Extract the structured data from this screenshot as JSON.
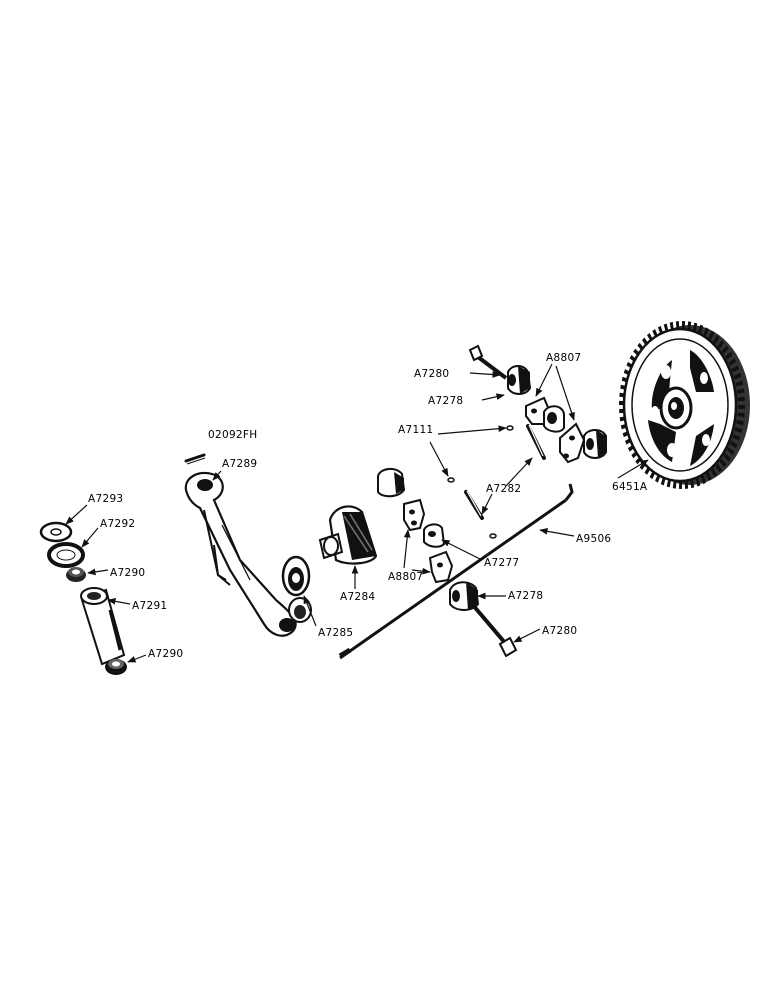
{
  "labels": {
    "p02092fh": "02092FH",
    "a7289": "A7289",
    "a7293": "A7293",
    "a7292": "A7292",
    "a7290_top": "A7290",
    "a7291": "A7291",
    "a7290_bottom": "A7290",
    "a7284": "A7284",
    "a7285": "A7285",
    "a7280_top": "A7280",
    "a7278_top": "A7278",
    "a8807_top": "A8807",
    "a7111": "A7111",
    "a7282": "A7282",
    "a8807_lower": "A8807",
    "a7277": "A7277",
    "a9506": "A9506",
    "a7278_lower": "A7278",
    "a7280_lower": "A7280",
    "p6451a": "6451A"
  },
  "colors": {
    "ink": "#111111",
    "paper": "#ffffff"
  }
}
